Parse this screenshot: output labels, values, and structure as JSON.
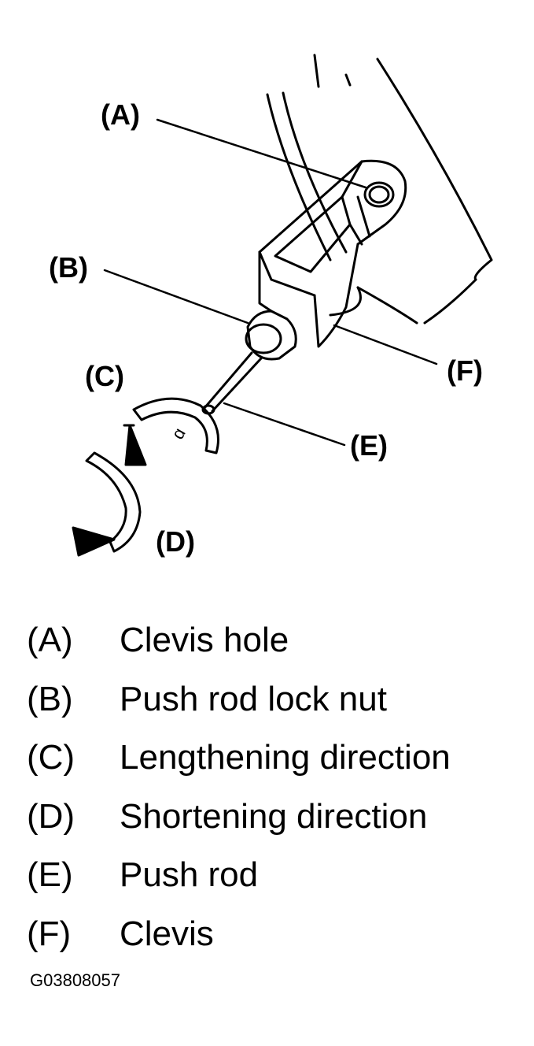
{
  "callouts": {
    "a": "(A)",
    "b": "(B)",
    "c": "(C)",
    "d": "(D)",
    "e": "(E)",
    "f": "(F)"
  },
  "legend": [
    {
      "key": "(A)",
      "text": "Clevis hole"
    },
    {
      "key": "(B)",
      "text": "Push rod lock nut"
    },
    {
      "key": "(C)",
      "text": "Lengthening direction"
    },
    {
      "key": "(D)",
      "text": "Shortening direction"
    },
    {
      "key": "(E)",
      "text": "Push rod"
    },
    {
      "key": "(F)",
      "text": "Clevis"
    }
  ],
  "figure_id": "G03808057",
  "colors": {
    "ink": "#000000",
    "paper": "#ffffff"
  }
}
